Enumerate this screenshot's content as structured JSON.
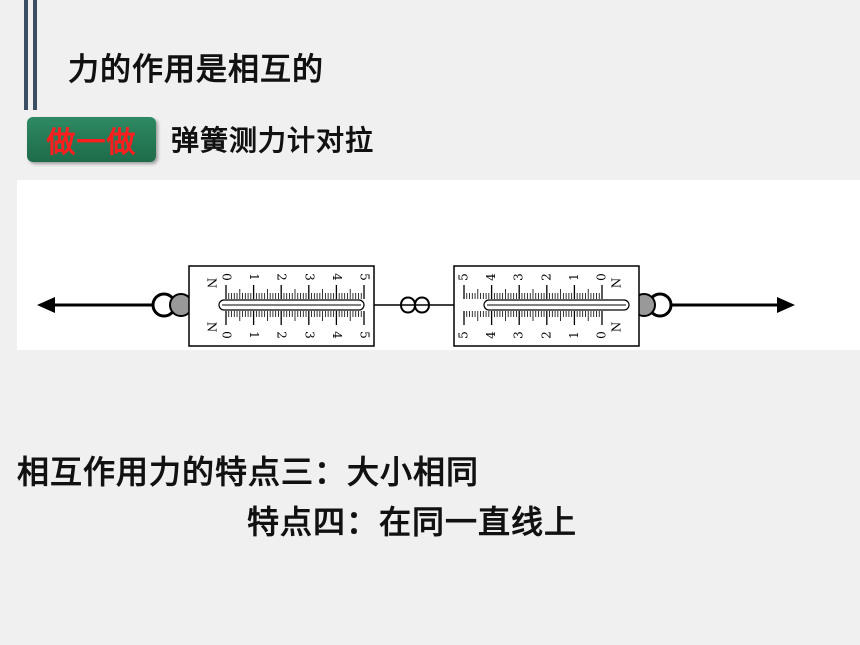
{
  "slide": {
    "title": "力的作用是相互的",
    "badge_label": "做一做",
    "subtitle": "弹簧测力计对拉",
    "feature_line_1": "相互作用力的特点三：大小相同",
    "feature_line_2": "特点四：在同一直线上"
  },
  "diagram": {
    "unit": "N",
    "scale_numbers": [
      "0",
      "1",
      "2",
      "3",
      "4",
      "5"
    ]
  },
  "colors": {
    "badge_bg": "#1e6b4a",
    "badge_text": "#ff1d1d",
    "accent_bar": "#3b4e63"
  }
}
